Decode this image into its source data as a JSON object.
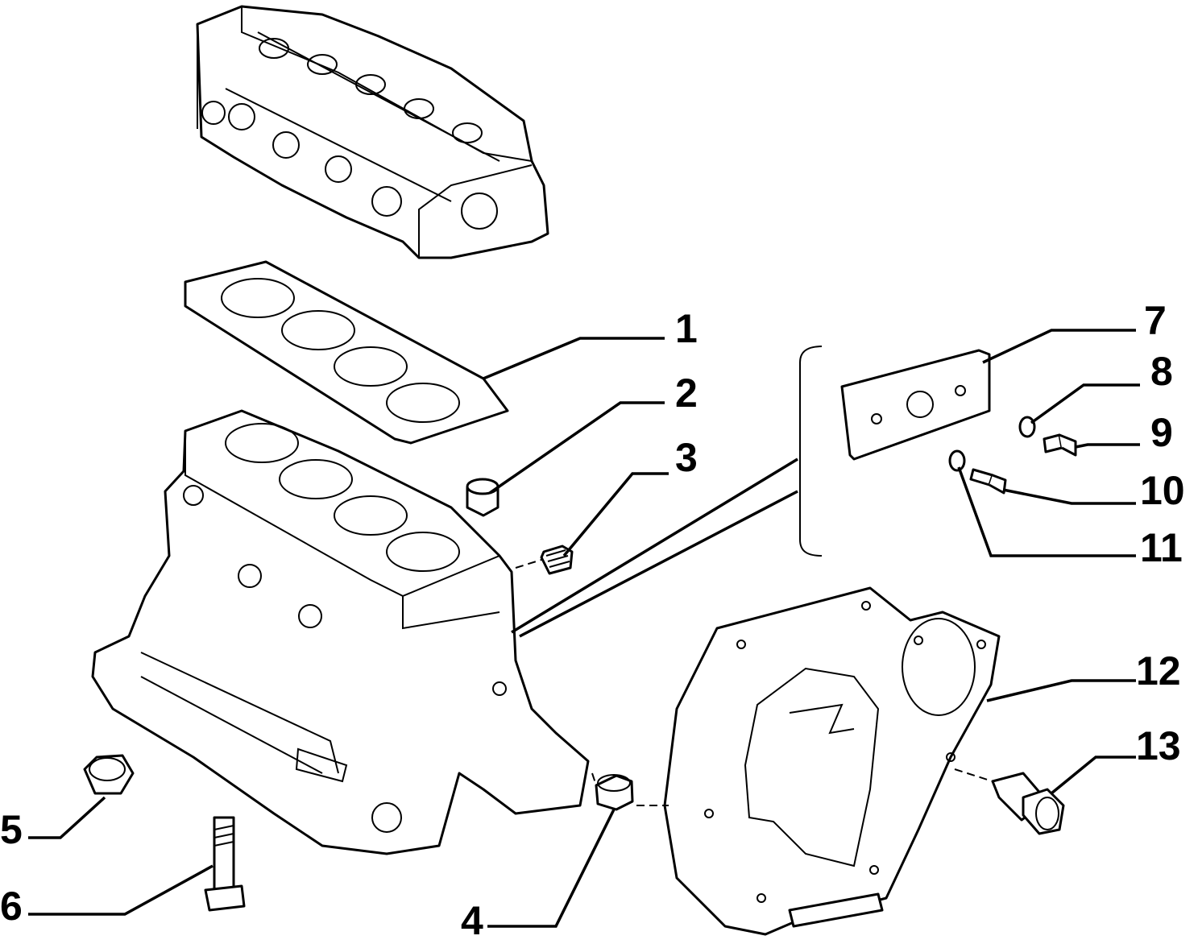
{
  "colors": {
    "line": "#000000",
    "background": "#ffffff"
  },
  "callouts": {
    "c1": "1",
    "c2": "2",
    "c3": "3",
    "c4": "4",
    "c5": "5",
    "c6": "6",
    "c7": "7",
    "c8": "8",
    "c9": "9",
    "c10": "10",
    "c11": "11",
    "c12": "12",
    "c13": "13"
  }
}
